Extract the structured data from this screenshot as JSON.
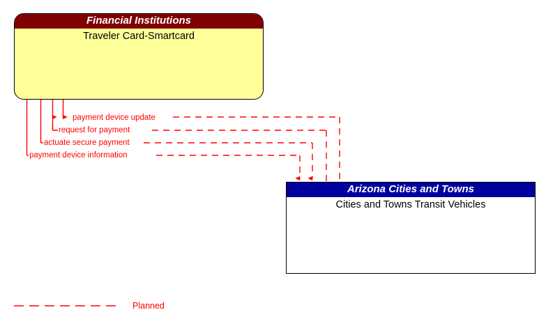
{
  "diagram": {
    "nodes": [
      {
        "id": "financial-institutions",
        "header": "Financial Institutions",
        "body": "Traveler Card-Smartcard",
        "header_color": "#800000",
        "body_color": "#ffff99",
        "border_color": "#000000",
        "shape": "rounded-rectangle"
      },
      {
        "id": "arizona-cities-towns",
        "header": "Arizona Cities and Towns",
        "body": "Cities and Towns Transit Vehicles",
        "header_color": "#0000a0",
        "body_color": "#ffffff",
        "border_color": "#000000",
        "shape": "rectangle"
      }
    ],
    "flows": [
      {
        "label": "payment device update",
        "direction": "to-financial-institutions",
        "style": "dashed",
        "color": "#ff0000"
      },
      {
        "label": "request for payment",
        "direction": "to-financial-institutions",
        "style": "dashed",
        "color": "#ff0000"
      },
      {
        "label": "actuate secure payment",
        "direction": "to-cities-and-towns-transit-vehicles",
        "style": "dashed",
        "color": "#ff0000"
      },
      {
        "label": "payment device information",
        "direction": "to-cities-and-towns-transit-vehicles",
        "style": "dashed",
        "color": "#ff0000"
      }
    ],
    "legend": {
      "label": "Planned",
      "color": "#ff0000",
      "style": "dashed"
    }
  }
}
